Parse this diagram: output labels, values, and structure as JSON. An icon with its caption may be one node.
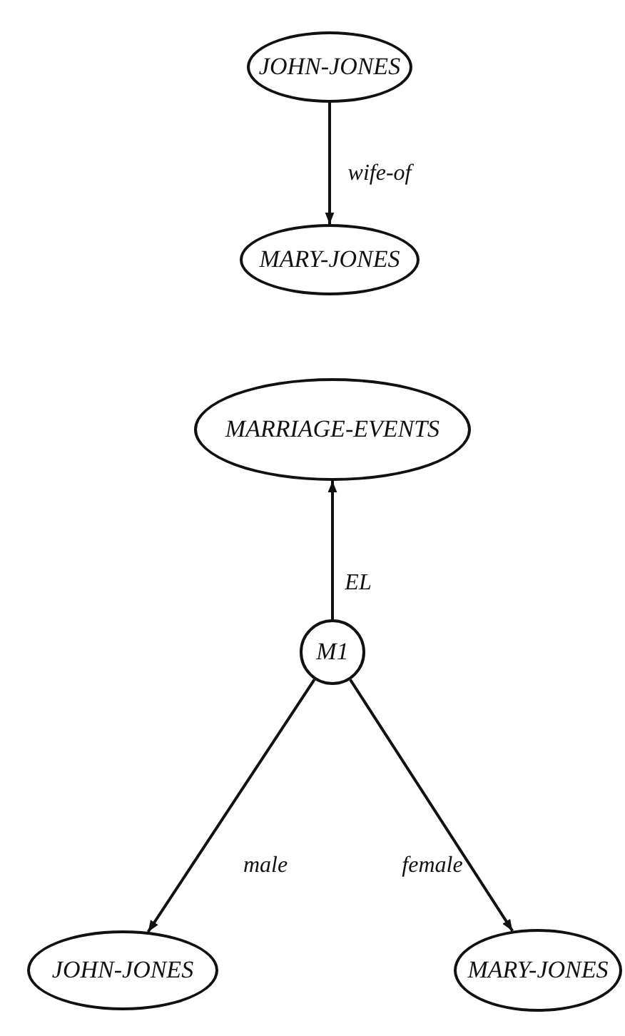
{
  "diagram": {
    "nodes": [
      {
        "text": [
          "JOHN-JONES"
        ]
      },
      {
        "text": [
          "MARY-JONES"
        ]
      },
      {
        "text": [
          "MARRIAGE-EVENTS"
        ]
      },
      {
        "text": [
          "M1"
        ]
      },
      {
        "text": [
          "JOHN-JONES"
        ]
      },
      {
        "text": [
          "MARY-JONES"
        ]
      }
    ],
    "edges": [
      {
        "from": 0,
        "to": 1,
        "arrow": "to",
        "label": "wife-of"
      },
      {
        "from": 3,
        "to": 2,
        "arrow": "to",
        "label": "EL"
      },
      {
        "from": 3,
        "to": 4,
        "arrow": "to",
        "label": "male"
      },
      {
        "from": 3,
        "to": 5,
        "arrow": "to",
        "label": "female"
      }
    ]
  }
}
